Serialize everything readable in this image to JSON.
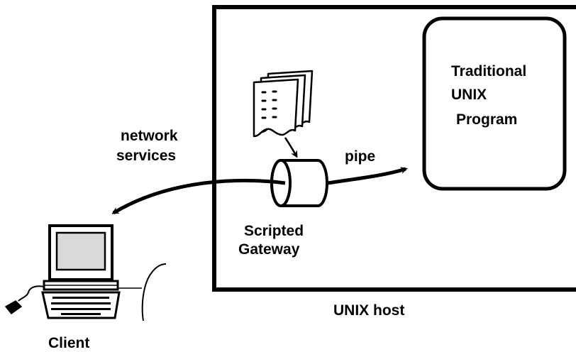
{
  "host": {
    "label": "UNIX host"
  },
  "program": {
    "lines": [
      "Traditional",
      "UNIX",
      "Program"
    ]
  },
  "gateway": {
    "lines": [
      "Scripted",
      "Gateway"
    ]
  },
  "pipe": {
    "label": "pipe"
  },
  "network": {
    "lines": [
      "network",
      "services"
    ]
  },
  "client": {
    "label": "Client"
  },
  "colors": {
    "ink": "#000000",
    "screen": "#d9d9d9",
    "paper": "#ffffff"
  },
  "icons": {
    "script": "script-document-icon",
    "gateway": "cylinder-icon",
    "client": "desktop-computer-icon"
  }
}
